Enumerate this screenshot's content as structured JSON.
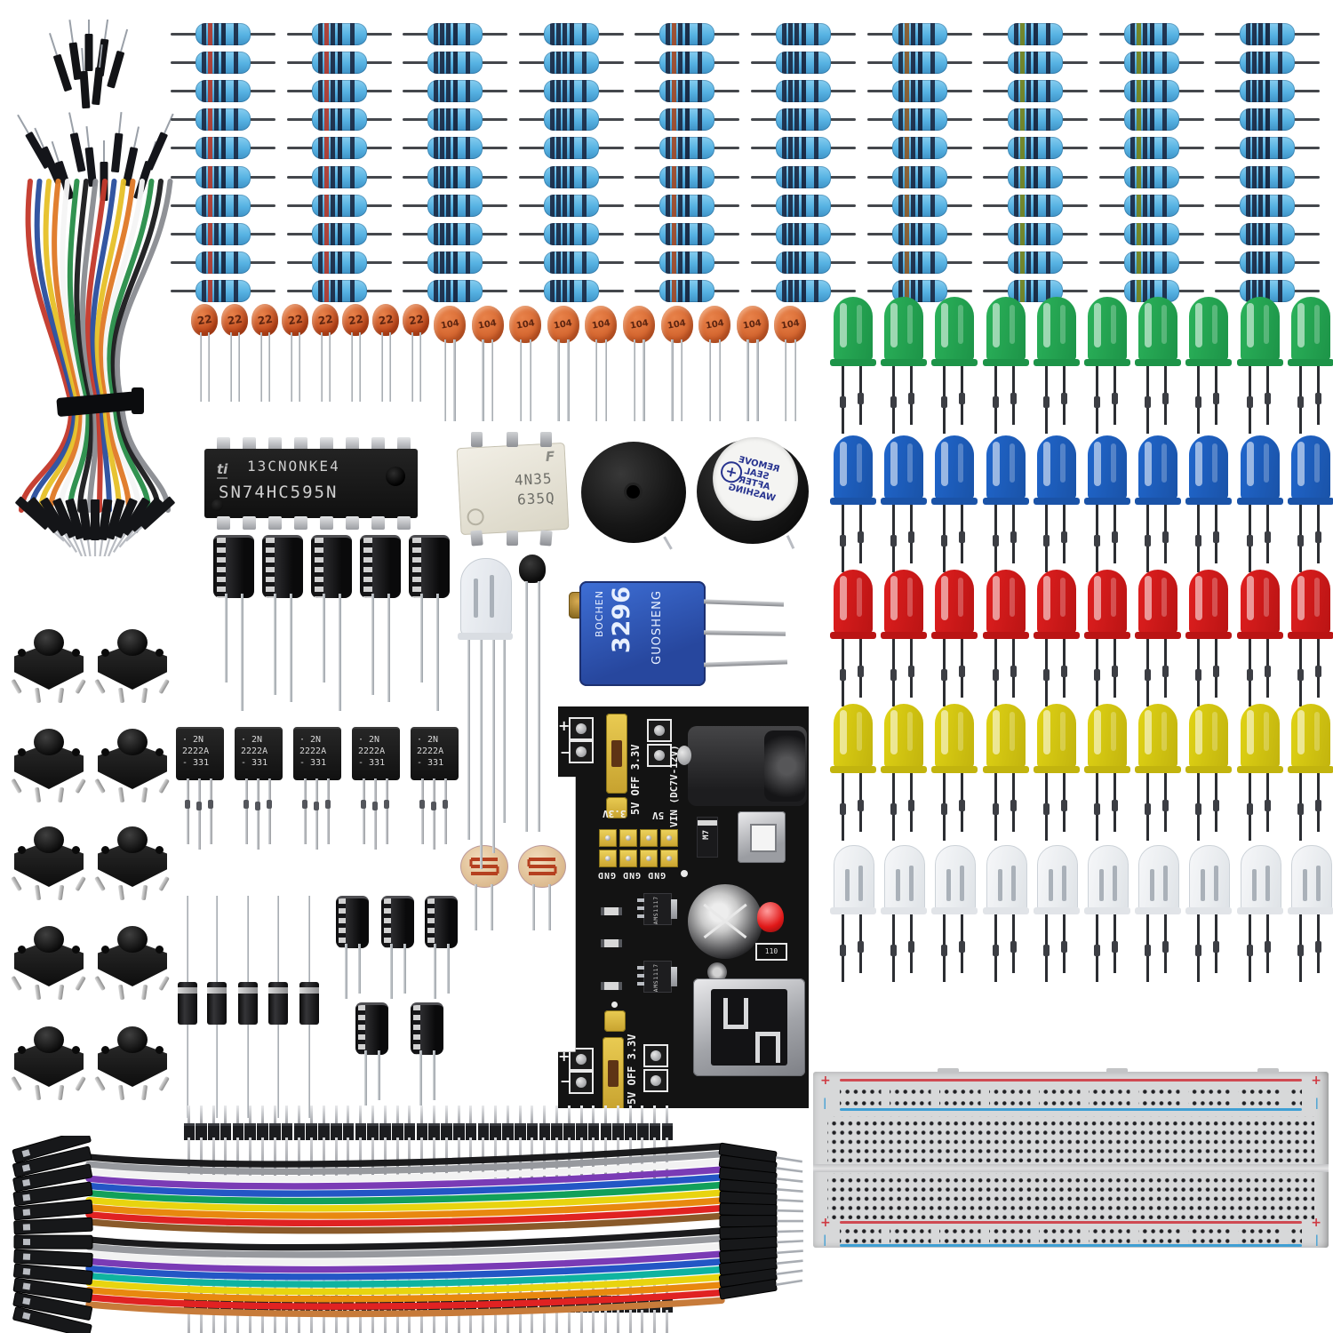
{
  "scene": {
    "description": "Electronics starter kit components laid out on white background",
    "background": "#ffffff"
  },
  "components": {
    "jumper_wire_bundle": {
      "name": "male-to-male breadboard jumper wires",
      "wire_colors": [
        "#c4392c",
        "#2b4f9e",
        "#e6c12a",
        "#e07a28",
        "#f5f5f5",
        "#2a8f4a",
        "#1c1c1e",
        "#8a8d92"
      ]
    },
    "resistors": {
      "count": 100,
      "rows": 10,
      "cols": 10,
      "body_color": "#55b1e2",
      "column_band_accents": [
        "#b03a2e",
        "#b03a2e",
        "#1c2b45",
        "#1c2b45",
        "#a04a28",
        "#1c2b45",
        "#8a5a2a",
        "#74821e",
        "#74821e",
        "#1c2b45"
      ]
    },
    "ceramic_capacitors": {
      "groups": [
        {
          "label": "22",
          "count": 8,
          "color": "#c04a1c"
        },
        {
          "label": "104",
          "count": 10,
          "color": "#d4652e"
        }
      ]
    },
    "leds": {
      "per_row": 10,
      "rows": [
        {
          "color_name": "green",
          "main": "#2bb25a",
          "dark": "#1d9448"
        },
        {
          "color_name": "blue",
          "main": "#2066cc",
          "dark": "#1a53a8"
        },
        {
          "color_name": "red",
          "main": "#e01f1f",
          "dark": "#ba1414"
        },
        {
          "color_name": "yellow",
          "main": "#e0d314",
          "dark": "#c2b40e"
        },
        {
          "color_name": "white",
          "main": "#f2f4f6",
          "dark": "#e1e4e8"
        }
      ]
    },
    "ic": {
      "logo": "ti",
      "line1": "13CNONKE4",
      "line2": "SN74HC595N",
      "pins": 16
    },
    "optocoupler": {
      "logo": "F",
      "line1": "4N35",
      "line2": "635Q",
      "pins": 6
    },
    "buzzers": {
      "count": 2,
      "label": "REMOVE SEAL AFTER WASHING",
      "plus": "+"
    },
    "electrolytic_capacitors_large": {
      "count": 5
    },
    "electrolytic_capacitors_small": {
      "count": 5
    },
    "rgb_led": {
      "legs": 4
    },
    "thermistor": {
      "legs": 2
    },
    "potentiometer": {
      "brand": "BOCHEN",
      "model": "3296",
      "side_text": "GUOSHENG"
    },
    "tactile_buttons": {
      "count": 10
    },
    "transistors": {
      "count": 5,
      "lines": [
        "2N",
        "2222A",
        "331"
      ]
    },
    "photoresistors": {
      "count": 2
    },
    "diodes": {
      "count": 5
    },
    "power_module": {
      "jumper_label": "5V OFF 3.3V",
      "vin_label": "VIN (DC7V-12V)",
      "rail_label_33": "3.3V",
      "rail_label_5": "5V",
      "gnd_label": "GND GND GND",
      "plus": "+",
      "minus": "−",
      "diode_label": "M7",
      "regulator_label": "AMS1117",
      "smd_label": "110"
    },
    "pin_headers": {
      "strips": 2,
      "pins_per_strip": 40
    },
    "ribbon_cable": {
      "wire_colors": [
        "#1b1b1d",
        "#97999e",
        "#f2f2f2",
        "#7a3bb5",
        "#2356c5",
        "#12a05a",
        "#e8d40f",
        "#e8880f",
        "#e02222",
        "#8a5a2a",
        "#1b1b1d",
        "#97999e",
        "#f2f2f2",
        "#7a3bb5",
        "#2356c5",
        "#0fb3a0",
        "#e8d40f",
        "#e8880f",
        "#e02222",
        "#c77b3a"
      ]
    },
    "breadboard": {
      "plus": "+",
      "tick": "|",
      "rail_red": "#cf4a52",
      "rail_blue": "#3f9fd4"
    }
  }
}
